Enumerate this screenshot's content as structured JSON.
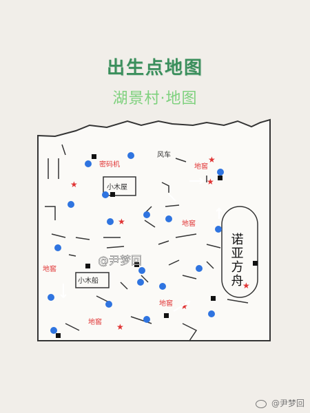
{
  "title": "出生点地图",
  "subtitle": "湖景村·地图",
  "labels": {
    "windmill": "风车",
    "code_machine": "密码机",
    "cabin": "小木屋",
    "boat": "小木船",
    "ark": "诺亚方舟",
    "window": "地窖",
    "handle": "@尹梦回"
  },
  "legend_colors": {
    "blue_dot": "#2f74e0",
    "red_star": "#e03434",
    "label_red": "#e03434",
    "arrow": "#ffffff"
  },
  "footer_watermark": "@尹梦回"
}
